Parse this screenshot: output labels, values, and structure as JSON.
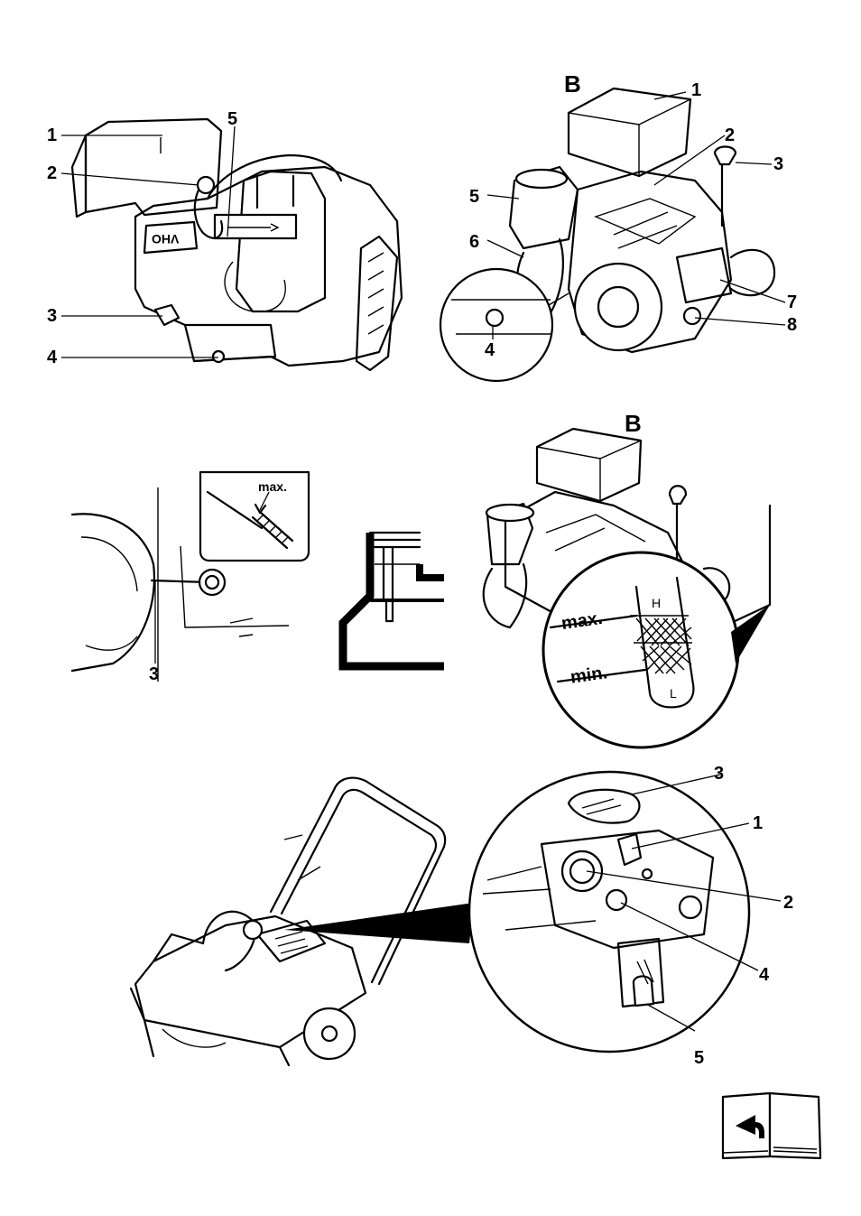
{
  "panel_a": {
    "callouts": [
      "1",
      "2",
      "3",
      "4",
      "5"
    ],
    "engine_badge": "OHV"
  },
  "panel_b": {
    "heading": "B",
    "callouts": [
      "1",
      "2",
      "3",
      "4",
      "5",
      "6",
      "7",
      "8"
    ]
  },
  "dipstick_figure": {
    "max_label": "max.",
    "callout": "3"
  },
  "panel_b2": {
    "heading": "B",
    "max_label": "max.",
    "min_label": "min.",
    "gauge_letters": [
      "H",
      "L"
    ]
  },
  "controls_panel": {
    "callouts": [
      "1",
      "2",
      "3",
      "4",
      "5"
    ]
  },
  "icons": {
    "manual_reference": "book-with-return-arrow-icon"
  }
}
